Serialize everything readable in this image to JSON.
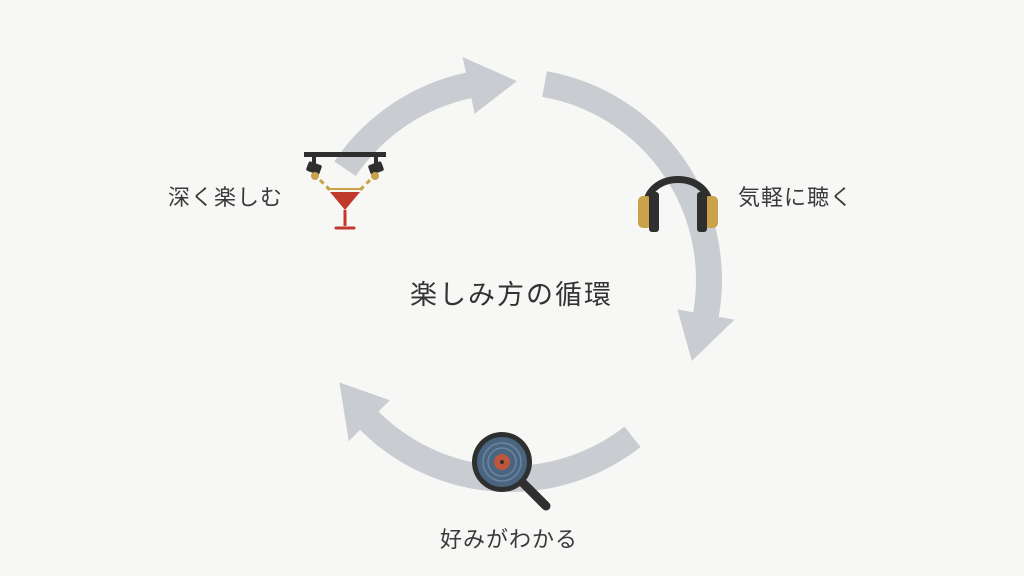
{
  "diagram": {
    "center_title": "楽しみ方の循環",
    "steps": [
      {
        "label": "気軽に聴く",
        "icon": "headphones-icon"
      },
      {
        "label": "好みがわかる",
        "icon": "record-magnifier-icon"
      },
      {
        "label": "深く楽しむ",
        "icon": "cocktail-spotlight-icon"
      }
    ]
  },
  "colors": {
    "background": "#f7f7f5",
    "arrow": "#c9ccd1",
    "gold": "#c9a24a",
    "dark": "#2f2f2f",
    "cocktail_red": "#c0392b",
    "record_blue": "#4a6580"
  }
}
